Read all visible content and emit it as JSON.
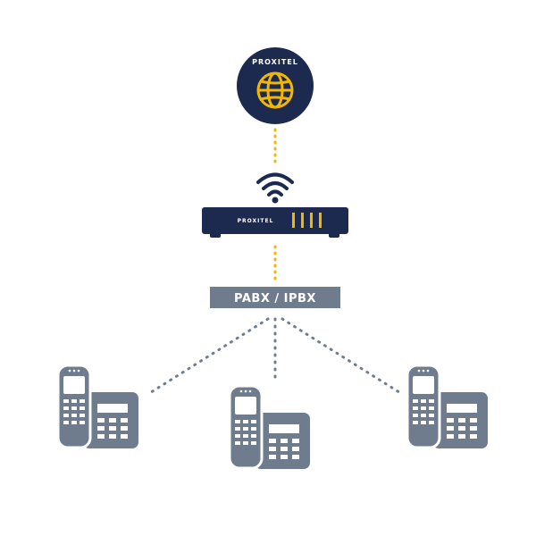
{
  "brand": {
    "name": "PROXITEL"
  },
  "pabx": {
    "label": "PABX / IPBX"
  },
  "colors": {
    "navy": "#1b2a4e",
    "gold": "#f2b705",
    "slate": "#6e7c8e",
    "white": "#ffffff"
  },
  "icons": [
    "globe-icon",
    "wifi-icon",
    "router",
    "desk-phone-icon"
  ]
}
